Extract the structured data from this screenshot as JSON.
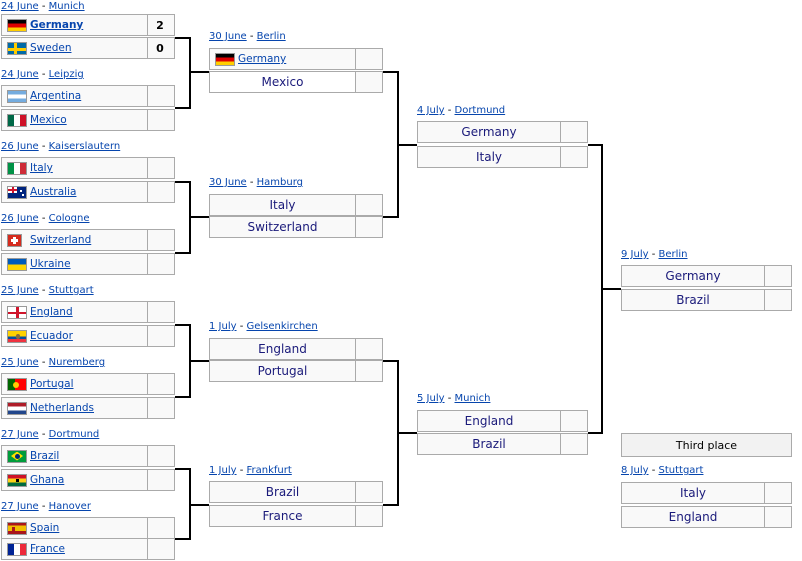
{
  "round_of_16": [
    {
      "date": "24 June",
      "city": "Munich",
      "teams": [
        {
          "name": "Germany",
          "flag": "germany-flag",
          "score": "2",
          "winner": true
        },
        {
          "name": "Sweden",
          "flag": "sweden-flag",
          "score": "0",
          "winner": false
        }
      ]
    },
    {
      "date": "24 June",
      "city": "Leipzig",
      "teams": [
        {
          "name": "Argentina",
          "flag": "argentina-flag",
          "score": ""
        },
        {
          "name": "Mexico",
          "flag": "mexico-flag",
          "score": ""
        }
      ]
    },
    {
      "date": "26 June",
      "city": "Kaiserslautern",
      "teams": [
        {
          "name": "Italy",
          "flag": "italy-flag",
          "score": ""
        },
        {
          "name": "Australia",
          "flag": "australia-flag",
          "score": ""
        }
      ]
    },
    {
      "date": "26 June",
      "city": "Cologne",
      "teams": [
        {
          "name": "Switzerland",
          "flag": "switzerland-flag",
          "score": ""
        },
        {
          "name": "Ukraine",
          "flag": "ukraine-flag",
          "score": ""
        }
      ]
    },
    {
      "date": "25 June",
      "city": "Stuttgart",
      "teams": [
        {
          "name": "England",
          "flag": "england-flag",
          "score": ""
        },
        {
          "name": "Ecuador",
          "flag": "ecuador-flag",
          "score": ""
        }
      ]
    },
    {
      "date": "25 June",
      "city": "Nuremberg",
      "teams": [
        {
          "name": "Portugal",
          "flag": "portugal-flag",
          "score": ""
        },
        {
          "name": "Netherlands",
          "flag": "netherlands-flag",
          "score": ""
        }
      ]
    },
    {
      "date": "27 June",
      "city": "Dortmund",
      "teams": [
        {
          "name": "Brazil",
          "flag": "brazil-flag",
          "score": ""
        },
        {
          "name": "Ghana",
          "flag": "ghana-flag",
          "score": ""
        }
      ]
    },
    {
      "date": "27 June",
      "city": "Hanover",
      "teams": [
        {
          "name": "Spain",
          "flag": "spain-flag",
          "score": ""
        },
        {
          "name": "France",
          "flag": "france-flag",
          "score": ""
        }
      ]
    }
  ],
  "quarter_finals": [
    {
      "date": "30 June",
      "city": "Berlin",
      "teams": [
        {
          "name": "Germany",
          "flag": "germany-flag",
          "score": ""
        },
        {
          "name": "Mexico",
          "score": ""
        }
      ]
    },
    {
      "date": "30 June",
      "city": "Hamburg",
      "teams": [
        {
          "name": "Italy",
          "score": ""
        },
        {
          "name": "Switzerland",
          "score": ""
        }
      ]
    },
    {
      "date": "1 July",
      "city": "Gelsenkirchen",
      "teams": [
        {
          "name": "England",
          "score": ""
        },
        {
          "name": "Portugal",
          "score": ""
        }
      ]
    },
    {
      "date": "1 July",
      "city": "Frankfurt",
      "teams": [
        {
          "name": "Brazil",
          "score": ""
        },
        {
          "name": "France",
          "score": ""
        }
      ]
    }
  ],
  "semi_finals": [
    {
      "date": "4 July",
      "city": "Dortmund",
      "teams": [
        {
          "name": "Germany",
          "score": ""
        },
        {
          "name": "Italy",
          "score": ""
        }
      ]
    },
    {
      "date": "5 July",
      "city": "Munich",
      "teams": [
        {
          "name": "England",
          "score": ""
        },
        {
          "name": "Brazil",
          "score": ""
        }
      ]
    }
  ],
  "final": {
    "date": "9 July",
    "city": "Berlin",
    "teams": [
      {
        "name": "Germany",
        "score": ""
      },
      {
        "name": "Brazil",
        "score": ""
      }
    ]
  },
  "third_place": {
    "label": "Third place",
    "date": "8 July",
    "city": "Stuttgart",
    "teams": [
      {
        "name": "Italy",
        "score": ""
      },
      {
        "name": "England",
        "score": ""
      }
    ]
  },
  "separator": " - "
}
